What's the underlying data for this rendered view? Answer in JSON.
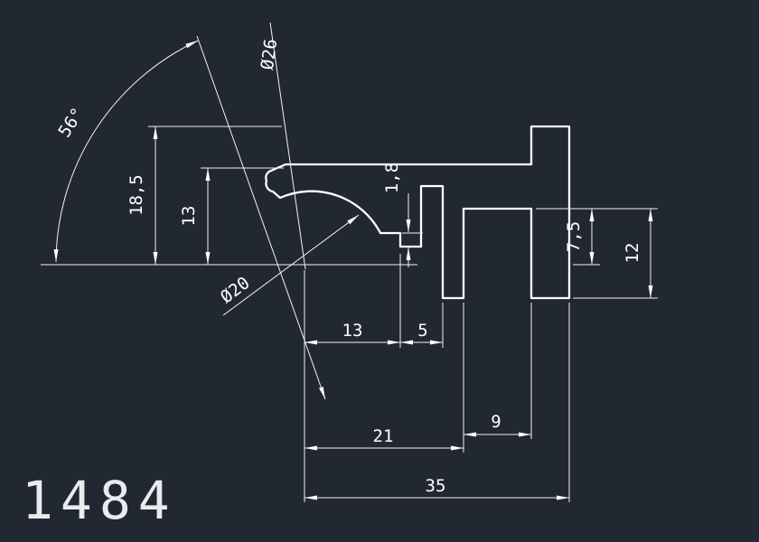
{
  "drawing": {
    "part_number": "1484",
    "colors": {
      "background": "#212832",
      "lines": "#ffffff"
    },
    "dims": {
      "angle": "56°",
      "dia_26": "Ø26",
      "dia_20": "Ø20",
      "height_18_5": "18,5",
      "height_13": "13",
      "height_7_5": "7,5",
      "height_12": "12",
      "thickness_1_8": "1,8",
      "width_13": "13",
      "width_5": "5",
      "width_21": "21",
      "width_9": "9",
      "width_35": "35"
    }
  }
}
